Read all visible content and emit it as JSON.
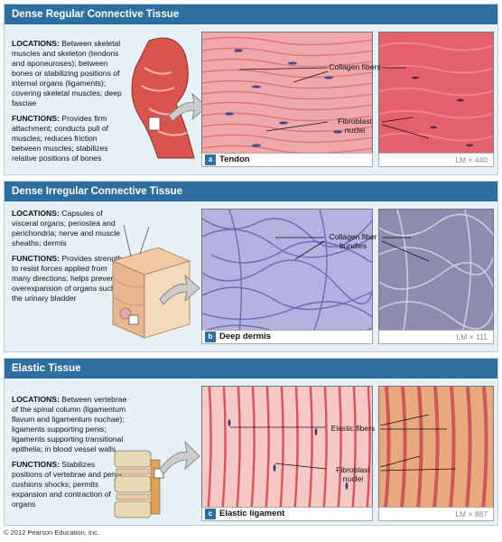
{
  "panels": [
    {
      "title": "Dense Regular Connective Tissue",
      "locations_heading": "LOCATIONS:",
      "locations_text": "Between skeletal muscles and skeleton (tendons and aponeuroses); between bones or stabilizing positions of internal organs (ligaments); covering skeletal muscles; deep fasciae",
      "functions_heading": "FUNCTIONS:",
      "functions_text": "Provides firm attachment; conducts pull of muscles; reduces friction between muscles; stabilizes relative positions of bones",
      "callouts": [
        "Collagen fibers",
        "Fibroblast nuclei"
      ],
      "caption_letter": "a",
      "caption": "Tendon",
      "magnification": "LM × 440"
    },
    {
      "title": "Dense Irregular Connective Tissue",
      "locations_heading": "LOCATIONS:",
      "locations_text": "Capsules of visceral organs; periostea and perichondria; nerve and muscle sheaths; dermis",
      "functions_heading": "FUNCTIONS:",
      "functions_text": "Provides strength to resist forces applied from many directions; helps prevent overexpansion of organs such as the urinary bladder",
      "callouts": [
        "Collagen fiber bundles"
      ],
      "caption_letter": "b",
      "caption": "Deep dermis",
      "magnification": "LM × 111"
    },
    {
      "title": "Elastic Tissue",
      "locations_heading": "LOCATIONS:",
      "locations_text": "Between vertebrae of the spinal column (ligamentum flavum and ligamentum nuchae); ligaments supporting penis; ligaments supporting transitional epithelia; in blood vessel walls",
      "functions_heading": "FUNCTIONS:",
      "functions_text": "Stabilizes positions of vertebrae and penis; cushions shocks; permits expansion and contraction of organs",
      "callouts": [
        "Elastic fibers",
        "Fibroblast nuclei"
      ],
      "caption_letter": "c",
      "caption": "Elastic ligament",
      "magnification": "LM × 887"
    }
  ],
  "copyright": "© 2012 Pearson Education, Inc.",
  "colors": {
    "header": "#2f6f9f",
    "panel_bg": "#e6f1f7",
    "tendon": "#e88a94",
    "dermis": "#9d9cd1",
    "elastic": "#e07a80"
  }
}
